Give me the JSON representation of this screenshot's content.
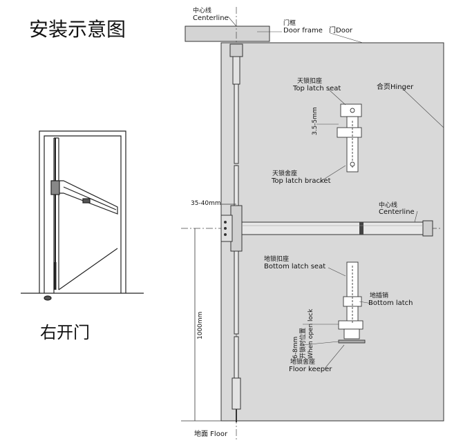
{
  "title": "安装示意图",
  "subtitle": "右开门",
  "labels": {
    "centerline_top_cn": "中心线",
    "centerline_top_en": "Centerline",
    "door_frame_cn": "门框",
    "door_frame_en": "Door frame",
    "door_cn": "门Door",
    "hinger": "合页Hinger",
    "top_latch_seat_cn": "天锁扣座",
    "top_latch_seat_en": "Top latch seat",
    "gap_top": "3.5-5mm",
    "top_latch_bracket_cn": "天锁舍座",
    "top_latch_bracket_en": "Top latch bracket",
    "offset": "35-40mm",
    "centerline_mid_cn": "中心线",
    "centerline_mid_en": "Centerline",
    "bottom_latch_seat_cn": "地锁扣座",
    "bottom_latch_seat_en": "Bottom latch seat",
    "bottom_latch_cn": "地插销",
    "bottom_latch_en": "Bottom latch",
    "gap_bottom": "6-8mm",
    "open_cn": "开锁时位置",
    "open_en": "When open lock",
    "height": "1000mm",
    "floor_keeper_cn": "地锁舍座",
    "floor_keeper_en": "Floor keeper",
    "floor": "地面 Floor"
  }
}
